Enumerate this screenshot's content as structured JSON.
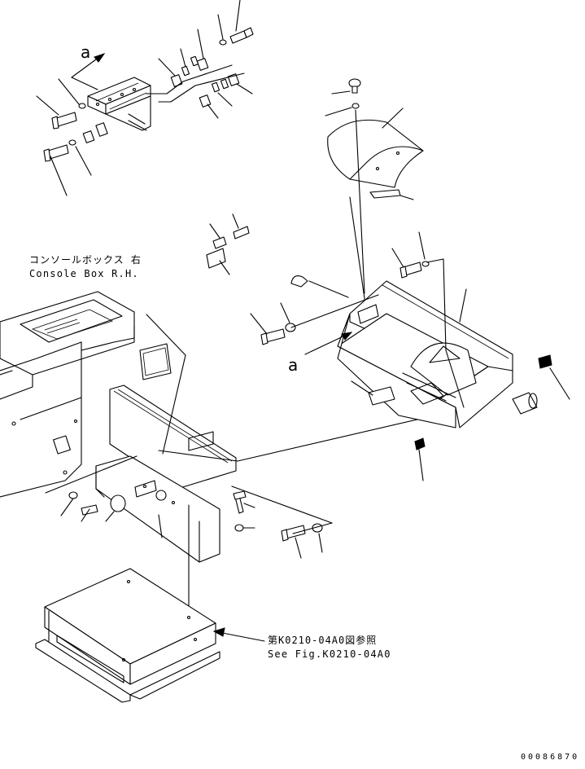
{
  "labels": {
    "console_box_jp": "コンソールボックス 右",
    "console_box_en": "Console Box R.H.",
    "ref_fig_jp": "第K0210-04A0図参照",
    "ref_fig_en": "See Fig.K0210-04A0",
    "view_a_top": "a",
    "view_a_mid": "a",
    "drawing_number": "00086870"
  }
}
